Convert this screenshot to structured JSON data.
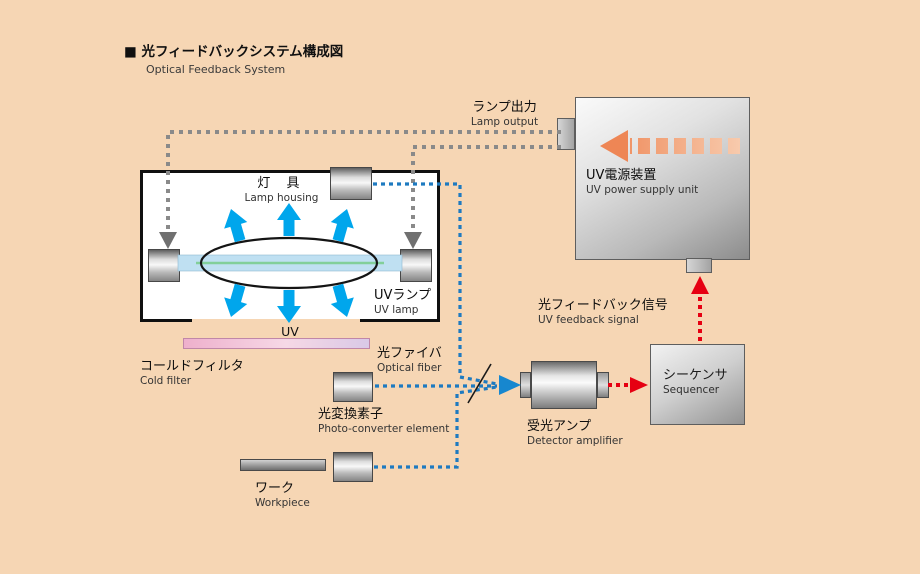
{
  "title": {
    "jp": "■ 光フィードバックシステム構成図",
    "en": "Optical Feedback System"
  },
  "components": {
    "lamp_output": {
      "jp": "ランプ出力",
      "en": "Lamp output"
    },
    "power_supply": {
      "jp": "UV電源装置",
      "en": "UV power supply unit"
    },
    "lamp_housing": {
      "jp": "灯 具",
      "en": "Lamp housing"
    },
    "uv_lamp": {
      "jp": "UVランプ",
      "en": "UV lamp"
    },
    "uv_light": {
      "label": "UV"
    },
    "cold_filter": {
      "jp": "コールドフィルタ",
      "en": "Cold filter"
    },
    "optical_fiber": {
      "jp": "光ファイバ",
      "en": "Optical fiber"
    },
    "photo_converter": {
      "jp": "光変換素子",
      "en": "Photo-converter element"
    },
    "workpiece": {
      "jp": "ワーク",
      "en": "Workpiece"
    },
    "detector_amplifier": {
      "jp": "受光アンプ",
      "en": "Detector amplifier"
    },
    "sequencer": {
      "jp": "シーケンサ",
      "en": "Sequencer"
    },
    "feedback_signal": {
      "jp": "光フィードバック信号",
      "en": "UV feedback signal"
    }
  },
  "colors": {
    "background": "#f6d6b4",
    "uv_arrow": "#00a6ec",
    "optical_fiber_line": "#1e7ac0",
    "feedback_red": "#e60012",
    "lamp_output_gray": "#8a8a8a",
    "power_supply_arrow": "#ee8655"
  }
}
